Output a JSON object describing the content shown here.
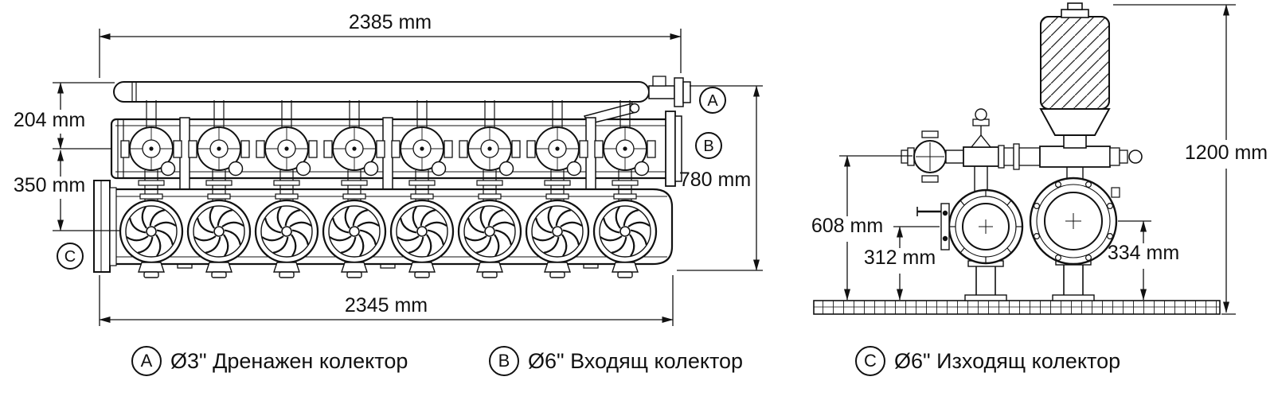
{
  "colors": {
    "line": "#111111",
    "background": "#ffffff"
  },
  "front_view": {
    "filter_count": 8,
    "dims": {
      "top_width": "2385 mm",
      "bottom_width": "2345 mm",
      "drain_to_inlet": "204 mm",
      "inlet_to_outlet": "350 mm",
      "overall_height": "780 mm"
    },
    "callouts": {
      "a": "A",
      "b": "B",
      "c": "C"
    }
  },
  "side_view": {
    "dims": {
      "overall_height": "1200 mm",
      "valve_axis_height": "608 mm",
      "left_collector_axis": "312 mm",
      "right_collector_axis": "334 mm"
    }
  },
  "legend": {
    "items": [
      {
        "id": "A",
        "label": "Ø3\" Дренажен колектор"
      },
      {
        "id": "B",
        "label": "Ø6\" Входящ колектор"
      },
      {
        "id": "C",
        "label": "Ø6\" Изходящ колектор"
      }
    ]
  }
}
